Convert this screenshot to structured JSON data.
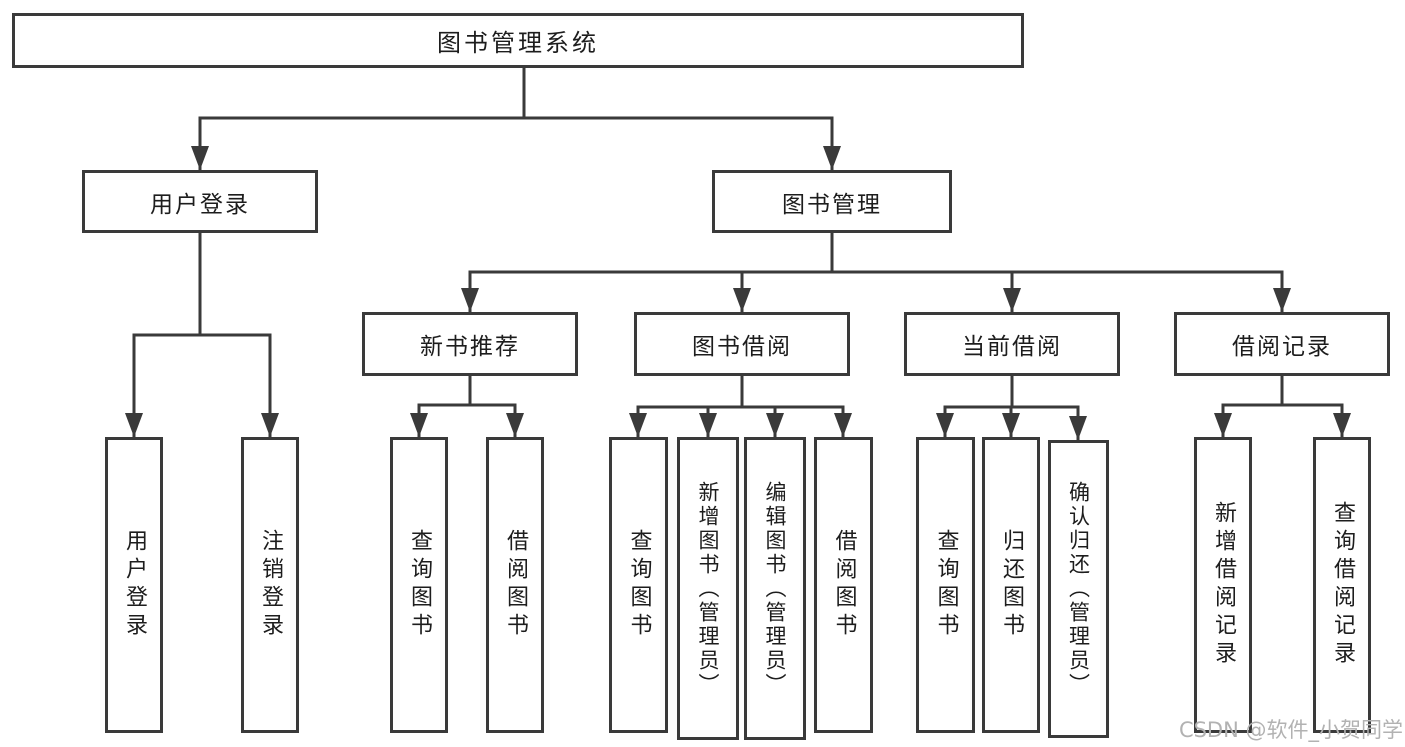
{
  "diagram_title": "图书管理系统",
  "nodes": {
    "root": {
      "label": "图书管理系统"
    },
    "user_login": {
      "label": "用户登录"
    },
    "book_management": {
      "label": "图书管理"
    },
    "new_book_recommend": {
      "label": "新书推荐"
    },
    "book_borrow": {
      "label": "图书借阅"
    },
    "current_borrow": {
      "label": "当前借阅"
    },
    "borrow_record": {
      "label": "借阅记录"
    },
    "leaf_user_login": {
      "label": "用户登录"
    },
    "leaf_logout": {
      "label": "注销登录"
    },
    "recommend_query_book": {
      "label": "查询图书"
    },
    "recommend_borrow_book": {
      "label": "借阅图书"
    },
    "borrow_query_book": {
      "label": "查询图书"
    },
    "borrow_add_book": {
      "label": "新增图书（管理员）"
    },
    "borrow_edit_book": {
      "label": "编辑图书（管理员）"
    },
    "borrow_borrow_book": {
      "label": "借阅图书"
    },
    "current_query_book": {
      "label": "查询图书"
    },
    "current_return_book": {
      "label": "归还图书"
    },
    "current_confirm_return": {
      "label": "确认归还（管理员）"
    },
    "record_add_record": {
      "label": "新增借阅记录"
    },
    "record_query_record": {
      "label": "查询借阅记录"
    }
  },
  "hierarchy": {
    "root": "图书管理系统",
    "children": [
      {
        "label": "用户登录",
        "children": [
          "用户登录",
          "注销登录"
        ]
      },
      {
        "label": "图书管理",
        "children": [
          {
            "label": "新书推荐",
            "children": [
              "查询图书",
              "借阅图书"
            ]
          },
          {
            "label": "图书借阅",
            "children": [
              "查询图书",
              "新增图书（管理员）",
              "编辑图书（管理员）",
              "借阅图书"
            ]
          },
          {
            "label": "当前借阅",
            "children": [
              "查询图书",
              "归还图书",
              "确认归还（管理员）"
            ]
          },
          {
            "label": "借阅记录",
            "children": [
              "新增借阅记录",
              "查询借阅记录"
            ]
          }
        ]
      }
    ]
  },
  "watermark": {
    "text": "CSDN @软件_小贺同学"
  },
  "colors": {
    "line": "#3a3a3a",
    "text": "#1d1d1d",
    "watermark": "#b2b2b2",
    "background": "#ffffff"
  }
}
